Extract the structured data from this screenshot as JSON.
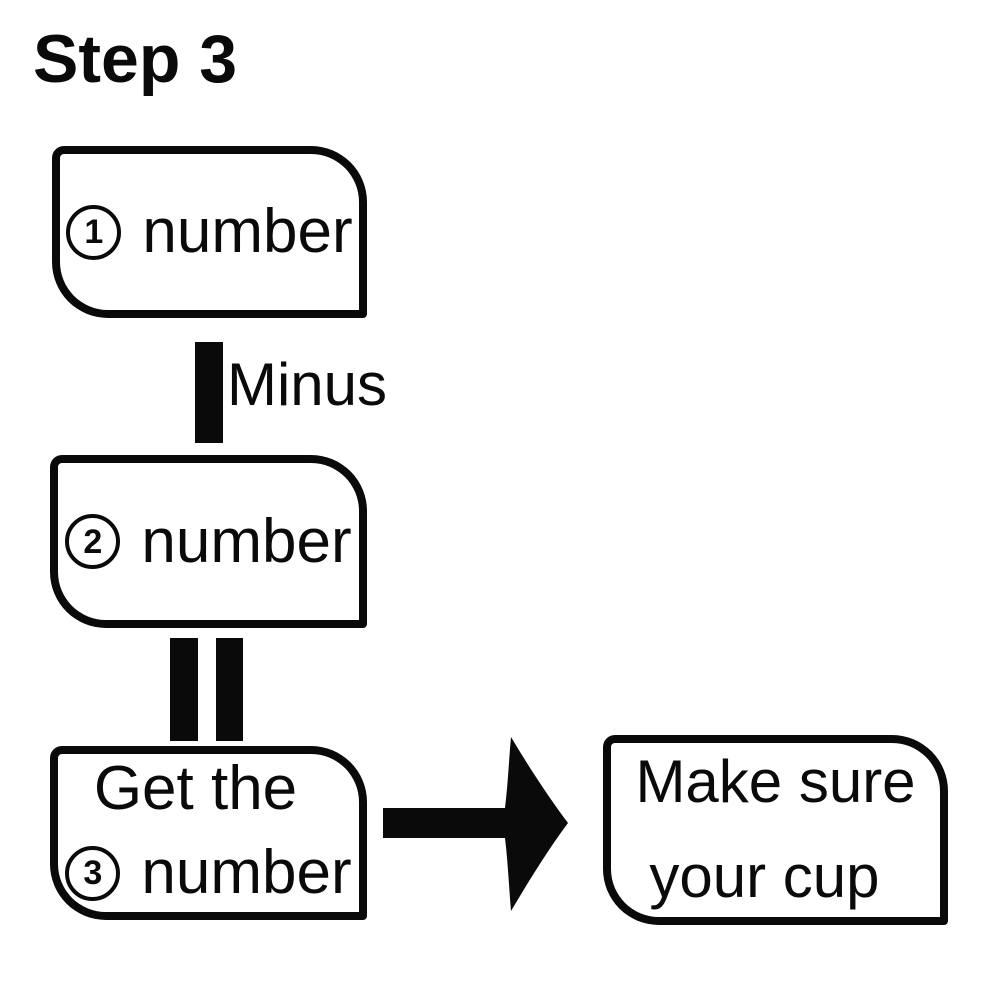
{
  "colors": {
    "background": "#ffffff",
    "ink": "#0a0a0a"
  },
  "title": "Step 3",
  "boxes": {
    "box1": {
      "badge": "1",
      "label": "number"
    },
    "box2": {
      "badge": "2",
      "label": "number"
    },
    "box3": {
      "line1": "Get the",
      "badge": "3",
      "label": "number"
    },
    "box4": {
      "line1": "Make sure",
      "line2": "your cup"
    }
  },
  "connectors": {
    "minus": {
      "label": "Minus"
    }
  }
}
